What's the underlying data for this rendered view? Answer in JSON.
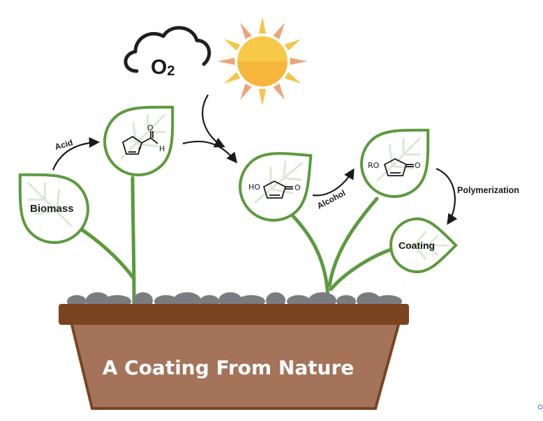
{
  "cloud": {
    "label": "O2",
    "icon": "cloud-icon"
  },
  "sun": {
    "icon": "sun-icon",
    "ray_color": "#eda47a",
    "core_color": "#f7c948"
  },
  "colors": {
    "leaf_stroke": "#5c9a3e",
    "stem": "#5c9a3e",
    "pot_rim": "#7a4421",
    "pot_body": "#a5735a",
    "stones": "#7b7b82"
  },
  "leaves": {
    "biomass": "Biomass",
    "furfural_aldehyde_o": "O",
    "furfural_aldehyde_h": "H",
    "hydroxyfuranone_ho": "HO",
    "hydroxyfuranone_o": "O",
    "alkoxyfuranone_ro": "RO",
    "alkoxyfuranone_o": "O",
    "coating": "Coating"
  },
  "arrows": {
    "acid": "Acid",
    "alcohol": "Alcohol",
    "polymerization": "Polymerization"
  },
  "pot": {
    "title": "A Coating From Nature"
  }
}
